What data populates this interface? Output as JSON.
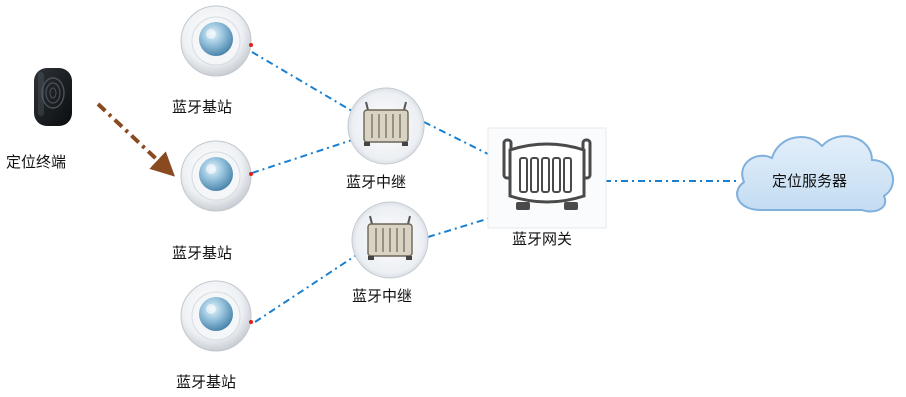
{
  "labels": {
    "terminal": "定位终端",
    "base_station_1": "蓝牙基站",
    "base_station_2": "蓝牙基站",
    "base_station_3": "蓝牙基站",
    "repeater_1": "蓝牙中继",
    "repeater_2": "蓝牙中继",
    "gateway": "蓝牙网关",
    "server": "定位服务器"
  },
  "colors": {
    "link_line": "#1a7fcf",
    "terminal_arrow": "#8a4a1f",
    "cloud_fill": "#cfe4f7",
    "cloud_stroke": "#7fb0dc",
    "station_lens": "#6aa5c8",
    "station_led": "#e0201c"
  },
  "icons": {
    "terminal": "locator-tag-icon",
    "base_station": "ceiling-sensor-icon",
    "repeater": "router-antenna-icon",
    "gateway": "gateway-icon",
    "server": "cloud-icon"
  }
}
